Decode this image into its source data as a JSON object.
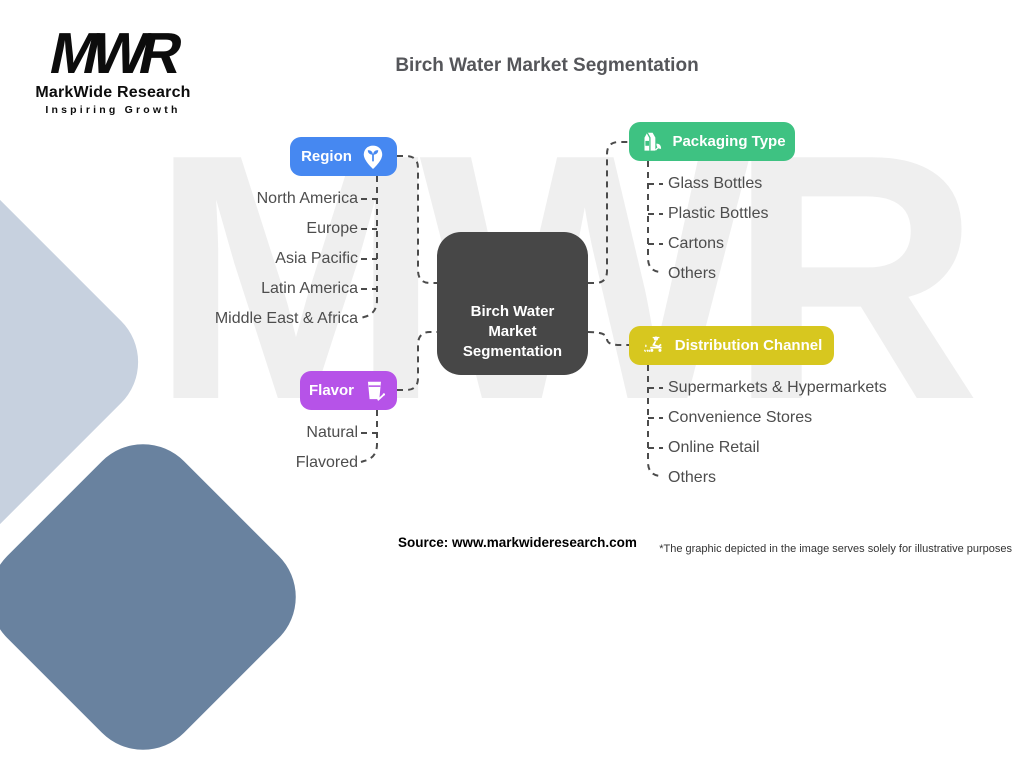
{
  "logo": {
    "monogram": "MWR",
    "company": "MarkWide Research",
    "tagline": "Inspiring Growth"
  },
  "title": "Birch Water Market Segmentation",
  "watermark": "MWR",
  "center": {
    "lines": [
      "Birch Water",
      "Market",
      "Segmentation"
    ],
    "color": "#474747"
  },
  "branches": [
    {
      "id": "region",
      "label": "Region",
      "color": "#4688f1",
      "icon": "map-pin-plant-icon",
      "items": [
        "North America",
        "Europe",
        "Asia Pacific",
        "Latin America",
        "Middle East & Africa"
      ]
    },
    {
      "id": "packaging",
      "label": "Packaging Type",
      "color": "#3ec282",
      "icon": "carton-icon",
      "items": [
        "Glass Bottles",
        "Plastic Bottles",
        "Cartons",
        "Others"
      ]
    },
    {
      "id": "flavor",
      "label": "Flavor",
      "color": "#b653e8",
      "icon": "glass-icon",
      "items": [
        "Natural",
        "Flavored"
      ]
    },
    {
      "id": "distribution",
      "label": "Distribution Channel",
      "color": "#d7c71f",
      "icon": "delivery-icon",
      "items": [
        "Supermarkets & Hypermarkets",
        "Convenience Stores",
        "Online Retail",
        "Others"
      ]
    }
  ],
  "footer": {
    "source": "Source: www.markwideresearch.com",
    "disclaimer": "*The graphic depicted in the image serves solely for illustrative purposes"
  }
}
